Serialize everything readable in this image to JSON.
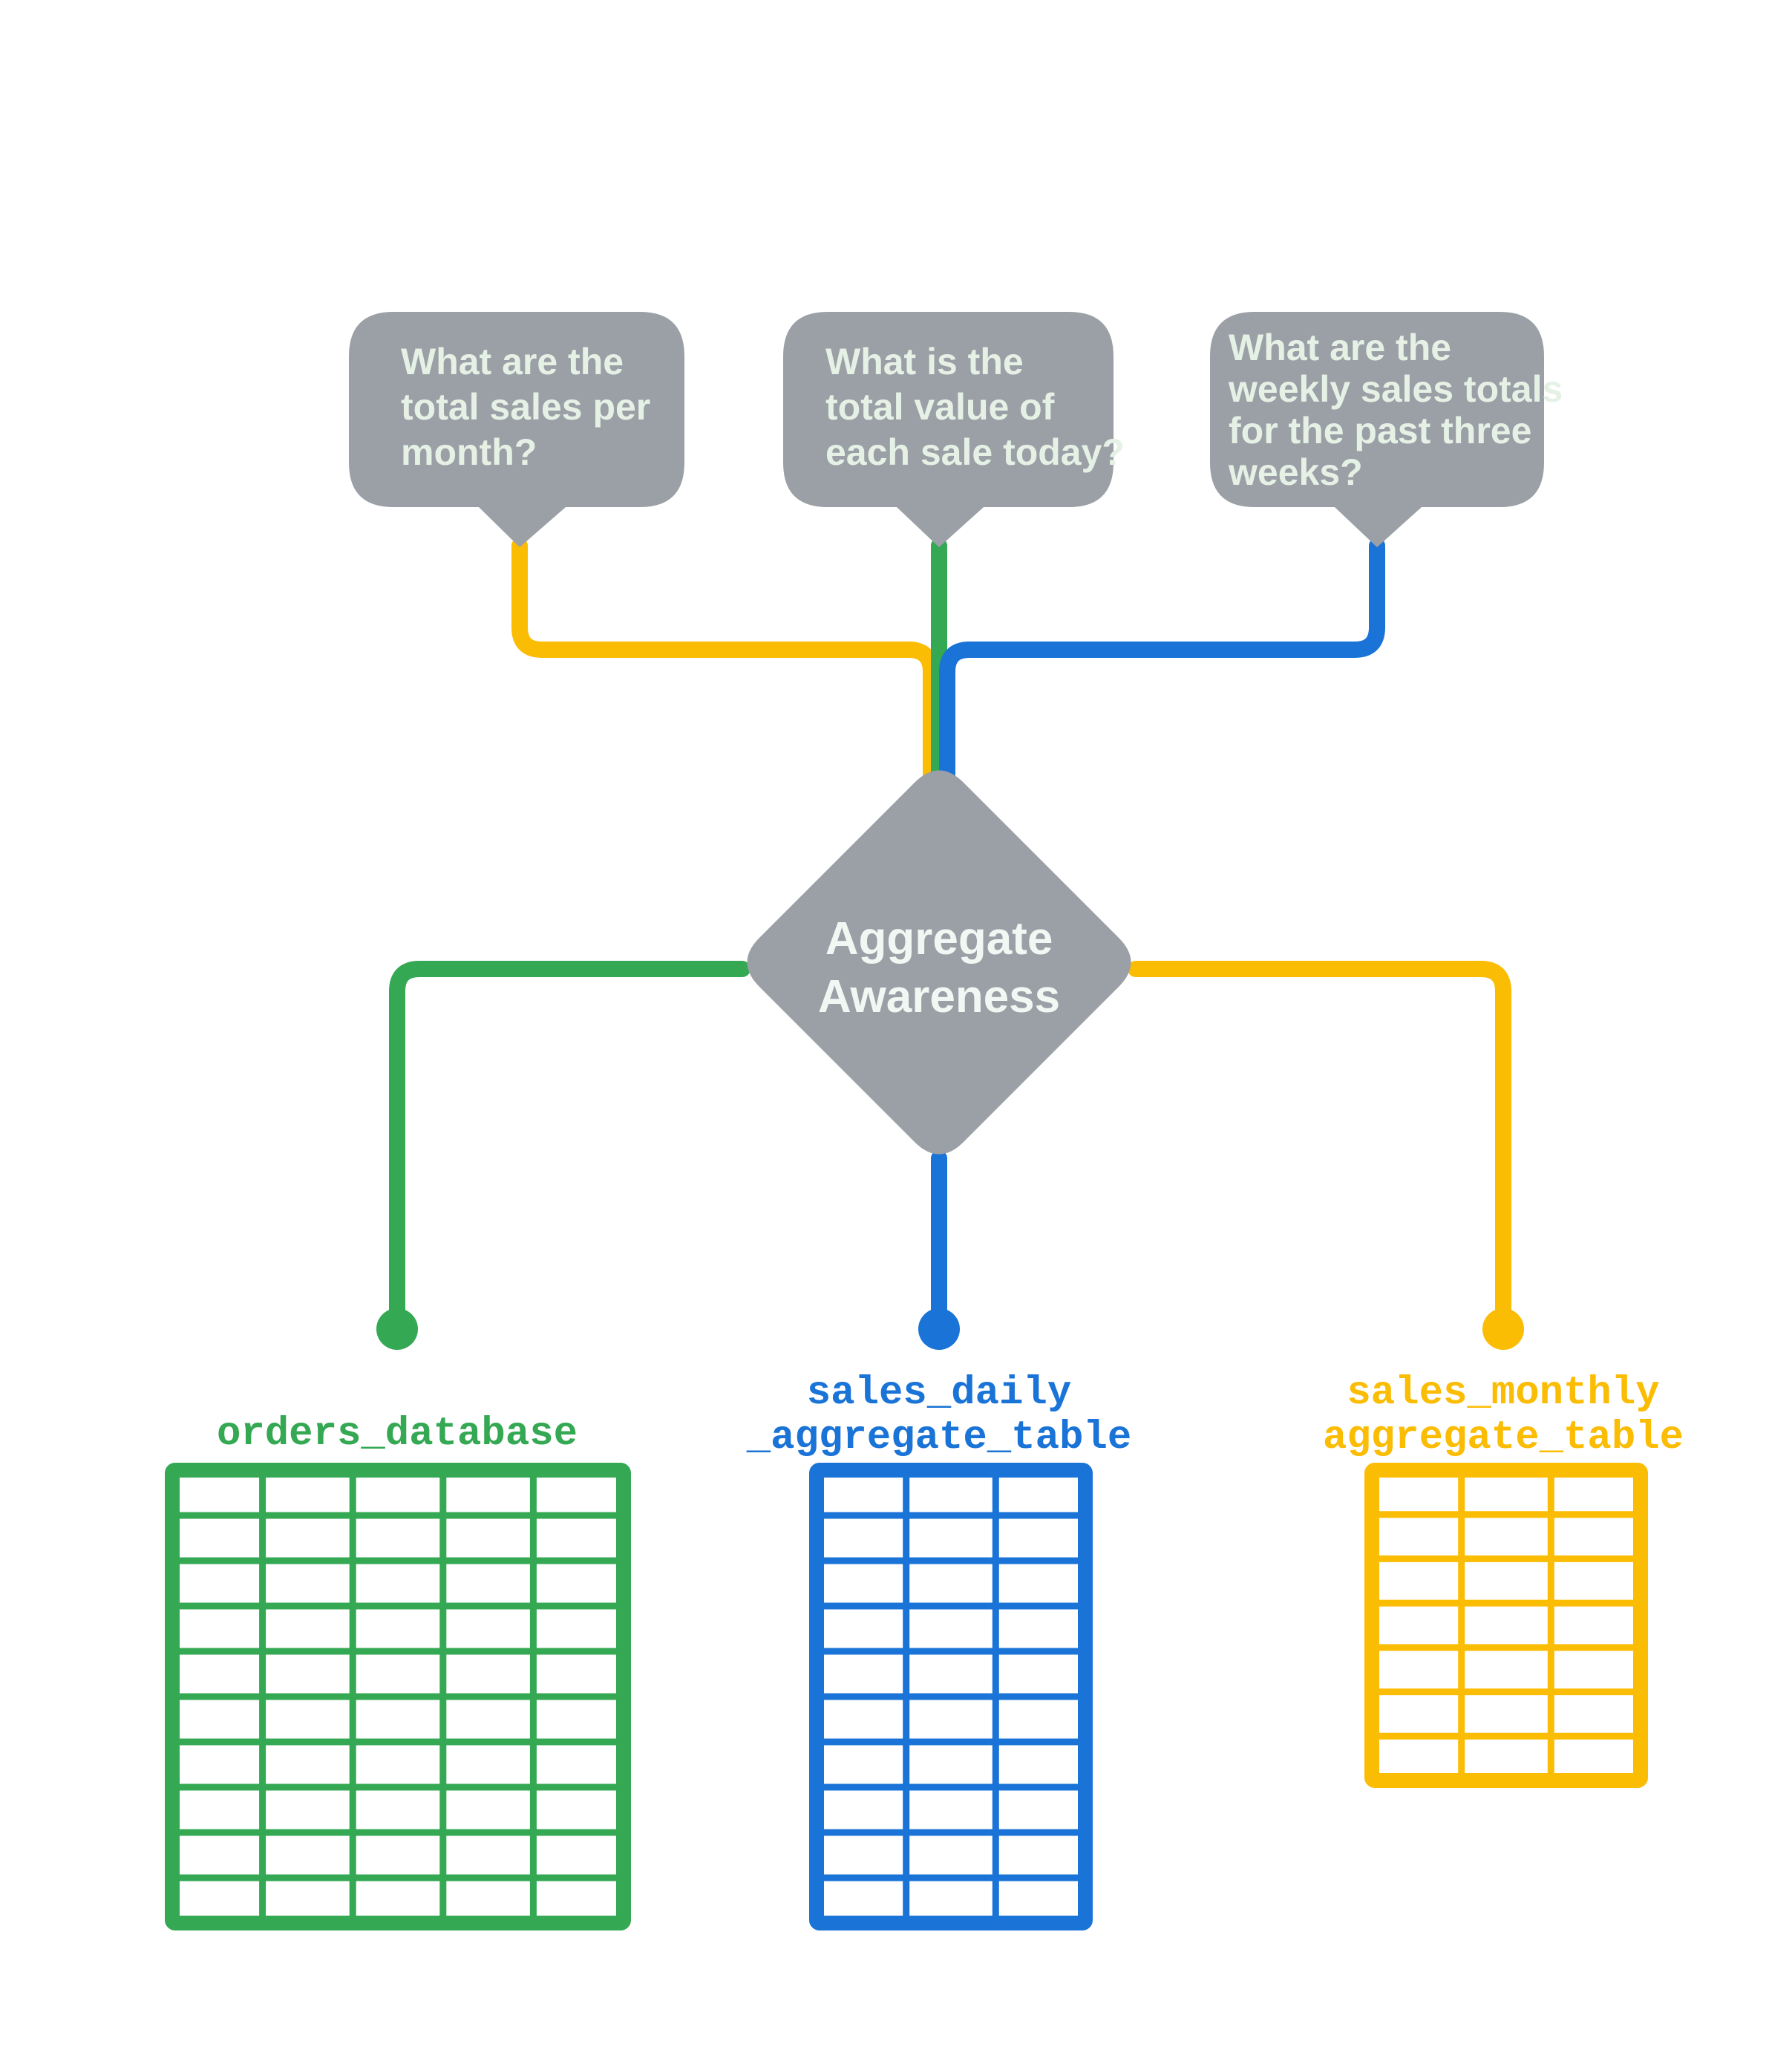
{
  "diagram": {
    "title": "Aggregate Awareness",
    "center_node": {
      "label_line1": "Aggregate",
      "label_line2": "Awareness",
      "shape": "diamond",
      "fill": "#9aa0a6",
      "text_color": "#f1f7f3"
    },
    "colors": {
      "gray": "#9aa0a6",
      "green": "#34a853",
      "blue": "#1a73d6",
      "yellow": "#fbbc04",
      "bubble_text": "#e6f1e6",
      "background": "#ffffff"
    },
    "questions": [
      {
        "id": "question-monthly",
        "lines": [
          "What are the",
          "total sales per",
          "month?"
        ],
        "text": "What are the total sales per month?",
        "connector_color": "#fbbc04",
        "routes_to": "sales_monthly_aggregate_table"
      },
      {
        "id": "question-daily",
        "lines": [
          "What is the",
          "total value of",
          "each sale today?"
        ],
        "text": "What is the total value of each sale today?",
        "connector_color": "#34a853",
        "routes_to": "orders_database"
      },
      {
        "id": "question-weekly",
        "lines": [
          "What are the",
          "weekly sales totals",
          "for the past three",
          "weeks?"
        ],
        "text": "What are the weekly sales totals for the past three weeks?",
        "connector_color": "#1a73d6",
        "routes_to": "sales_daily_aggregate_table"
      }
    ],
    "tables": [
      {
        "id": "orders_database",
        "caption_lines": [
          "orders_database"
        ],
        "caption": "orders_database",
        "color": "#34a853",
        "columns": 5,
        "rows": 10
      },
      {
        "id": "sales_daily_aggregate_table",
        "caption_lines": [
          "sales_daily",
          "_aggregate_table"
        ],
        "caption": "sales_daily_aggregate_table",
        "color": "#1a73d6",
        "columns": 3,
        "rows": 10
      },
      {
        "id": "sales_monthly_aggregate_table",
        "caption_lines": [
          "sales_monthly",
          "aggregate_table"
        ],
        "caption": "sales_monthly_aggregate_table",
        "color": "#fbbc04",
        "columns": 3,
        "rows": 7
      }
    ]
  }
}
